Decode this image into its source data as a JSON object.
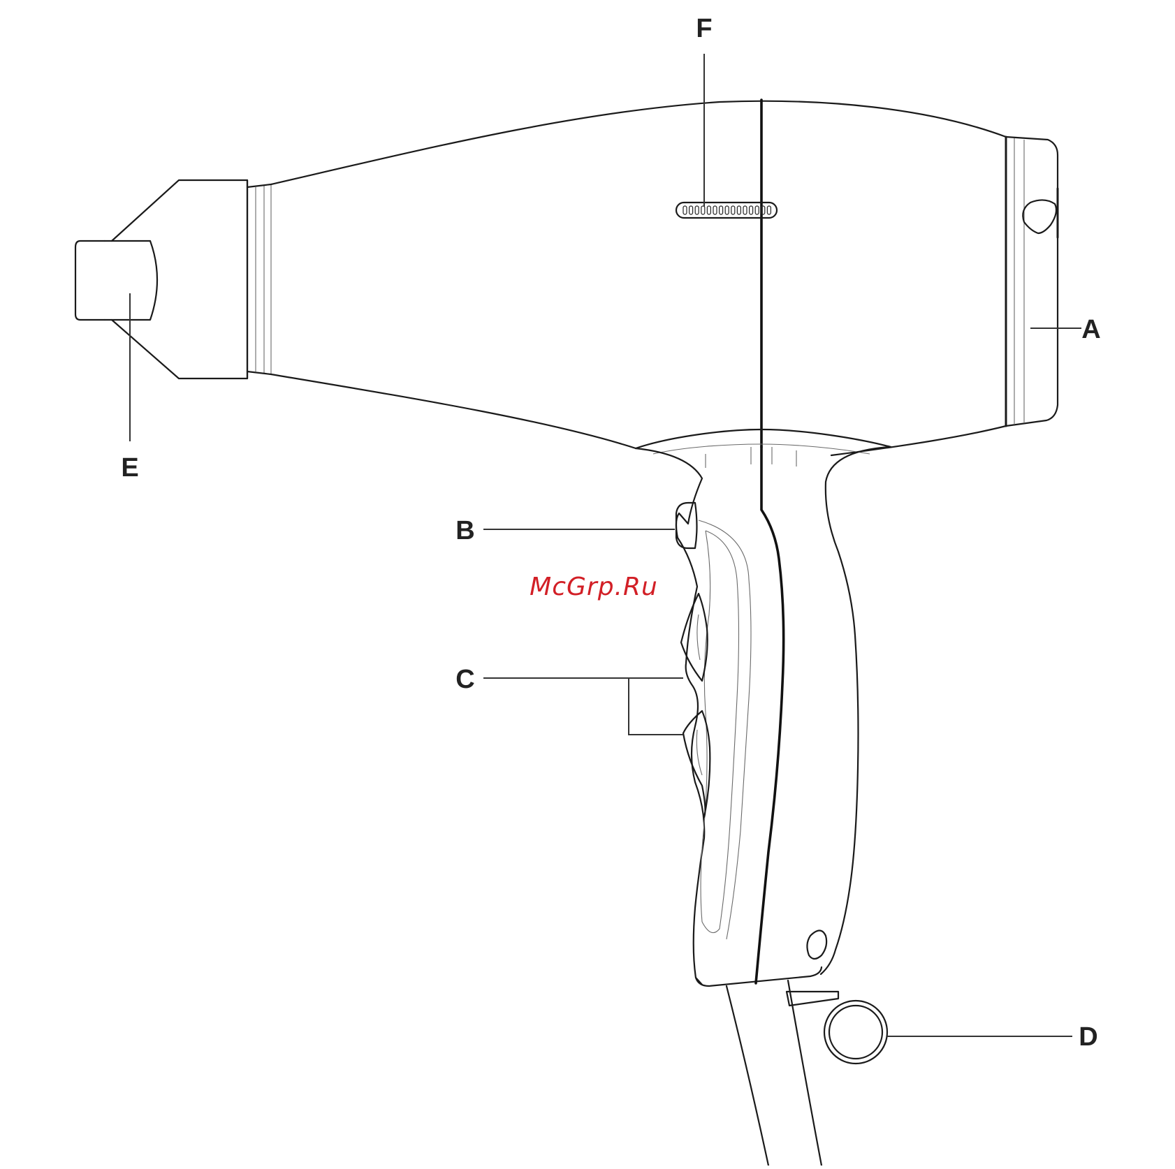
{
  "figure": {
    "callouts": {
      "a": "A",
      "b": "B",
      "c": "C",
      "d": "D",
      "e": "E",
      "f": "F"
    },
    "watermark": {
      "text": "McGrp.Ru",
      "color": "#d21f26"
    },
    "colors": {
      "outline": "#1a1a1a",
      "detail": "#6a6a6a",
      "background": "#ffffff"
    }
  }
}
